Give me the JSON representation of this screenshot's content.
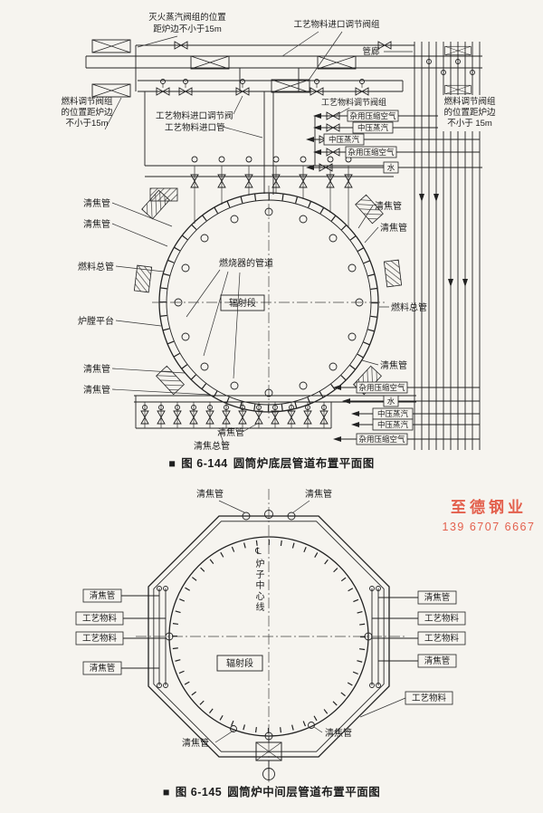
{
  "watermark": {
    "company": "至德钢业",
    "phone": "139 6707 6667",
    "color": "#e2503c"
  },
  "fig144": {
    "caption": {
      "marker": "■",
      "number": "图 6-144",
      "title": "圆筒炉底层管道布置平面图"
    },
    "notes": {
      "fire_steam_line1": "灭火蒸汽阀组的位置",
      "fire_steam_line2": "距炉边不小于15m",
      "inlet_valve_group": "工艺物料进口调节阀组",
      "pipe_gallery": "管廊",
      "fuel_left_line1": "燃料调节阀组",
      "fuel_left_line2": "的位置距炉边",
      "fuel_left_line3": "不小于15m",
      "inlet_valve": "工艺物料进口调节阀",
      "inlet_pipe": "工艺物料进口管",
      "process_valve_group": "工艺物料调节阀组",
      "fuel_right_line1": "燃料调节阀组",
      "fuel_right_line2": "的位置距炉边",
      "fuel_right_line3": "不小于 15m"
    },
    "util_top": [
      "杂用压缩空气",
      "中压蒸汽",
      "中压蒸汽",
      "杂用压缩空气",
      "水"
    ],
    "util_bottom": [
      "杂用压缩空气",
      "水",
      "中压蒸汽",
      "中压蒸汽",
      "杂用压缩空气"
    ],
    "labels": {
      "decoking_pipe": "清焦管",
      "fuel_header": "燃料总管",
      "burner_piping": "燃烧器的管道",
      "radiant_section": "辐射段",
      "furnace_platform": "炉膛平台",
      "decoking_header": "清焦总管"
    }
  },
  "fig145": {
    "caption": {
      "marker": "■",
      "number": "图 6-145",
      "title": "圆筒炉中间层管道布置平面图"
    },
    "labels": {
      "decoking_pipe": "清焦管",
      "process_material": "工艺物料",
      "furnace_centerline": "℄炉子中心线",
      "radiant_section": "辐射段"
    }
  }
}
